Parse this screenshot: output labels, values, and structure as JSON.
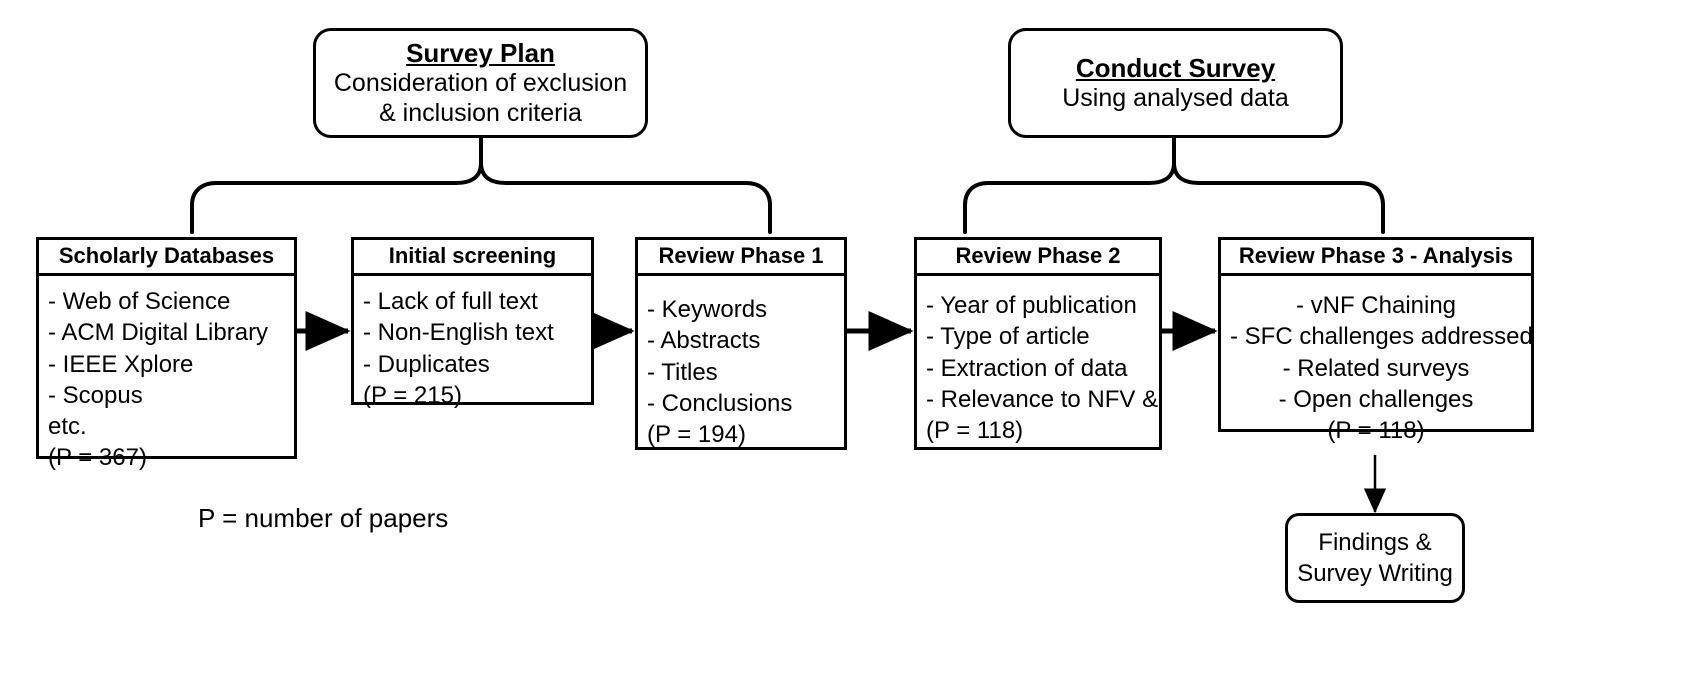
{
  "diagram": {
    "title": "Systematic survey methodology flowchart",
    "legend_text": "P = number of papers",
    "stroke_color": "#000000",
    "background_color": "#ffffff"
  },
  "group_headers": [
    {
      "id": "survey-plan",
      "title": "Survey Plan",
      "subtitle": "Consideration of exclusion\n& inclusion criteria"
    },
    {
      "id": "conduct-survey",
      "title": "Conduct Survey",
      "subtitle": "Using analysed data"
    }
  ],
  "phases": [
    {
      "id": "scholarly-databases",
      "header": "Scholarly Databases",
      "align": "left",
      "items": [
        "- Web of Science",
        "- ACM Digital Library",
        "- IEEE Xplore",
        "- Scopus",
        "etc.",
        "(P = 367)"
      ],
      "count_label": "(P = 367)",
      "count_value": 367
    },
    {
      "id": "initial-screening",
      "header": "Initial screening",
      "align": "left",
      "items": [
        "- Lack of full text",
        "- Non-English text",
        "- Duplicates",
        "(P = 215)"
      ],
      "count_label": "(P = 215)",
      "count_value": 215
    },
    {
      "id": "review-phase-1",
      "header": "Review Phase 1",
      "align": "left",
      "items": [
        "- Keywords",
        "- Abstracts",
        "- Titles",
        "- Conclusions",
        "(P = 194)"
      ],
      "count_label": "(P = 194)",
      "count_value": 194
    },
    {
      "id": "review-phase-2",
      "header": "Review Phase 2",
      "align": "left",
      "items": [
        "- Year of publication",
        "- Type of article",
        "- Extraction of data",
        "- Relevance to NFV &",
        "(P = 118)"
      ],
      "count_label": "(P = 118)",
      "count_value": 118
    },
    {
      "id": "review-phase-3-analysis",
      "header": "Review Phase 3 - Analysis",
      "align": "center",
      "items": [
        "- vNF Chaining",
        "- SFC challenges addressed",
        "- Related surveys",
        "- Open challenges",
        "(P = 118)"
      ],
      "count_label": "(P = 118)",
      "count_value": 118
    }
  ],
  "findings_box": {
    "id": "findings-survey-writing",
    "line1": "Findings &",
    "line2": "Survey Writing"
  }
}
